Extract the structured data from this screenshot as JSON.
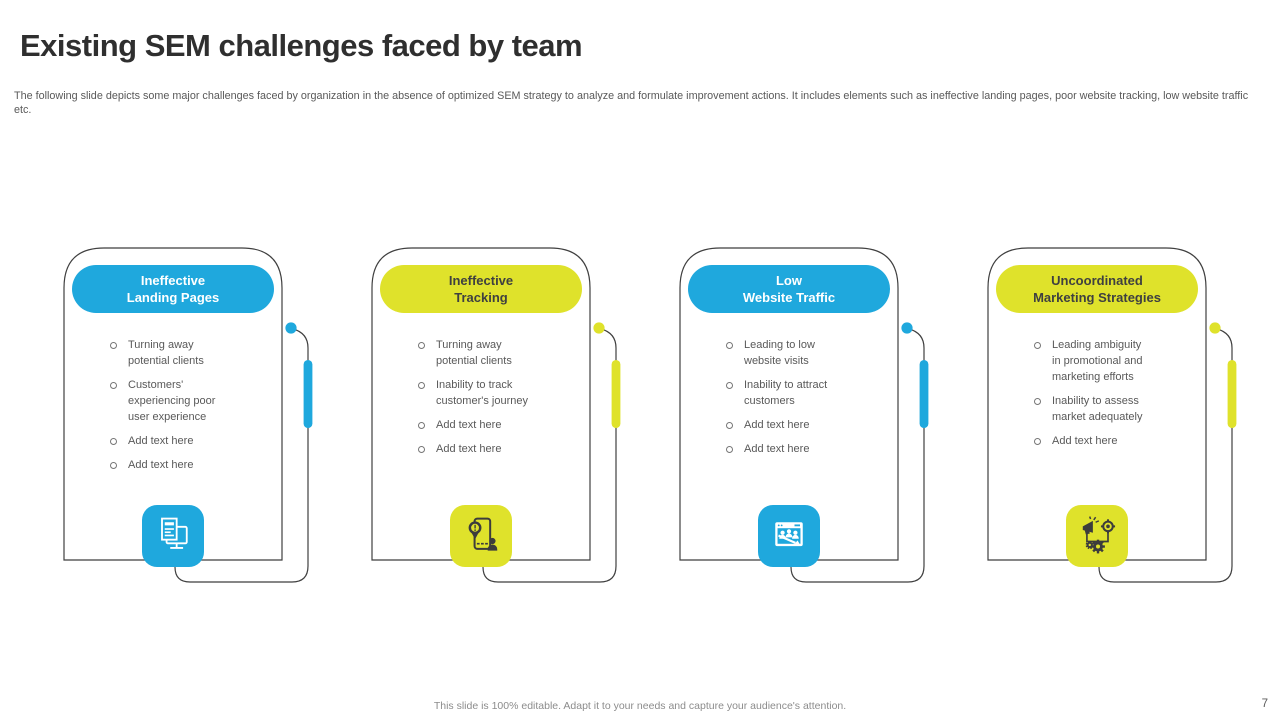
{
  "slide": {
    "title": "Existing SEM challenges faced by team",
    "description": "The following slide depicts some major challenges faced by organization in the absence of optimized SEM strategy to analyze and formulate improvement actions. It includes elements such as ineffective landing pages, poor website tracking, low website traffic etc.",
    "footer_note": "This slide is 100% editable. Adapt it to your needs and capture your audience's attention.",
    "page_number": "7"
  },
  "colors": {
    "accent_blue": "#1fa8dd",
    "accent_yellow": "#dfe22b",
    "outline_dark": "#3f3f3f",
    "body_text": "#595959"
  },
  "cards": [
    {
      "title": "Ineffective\nLanding Pages",
      "accent": "blue",
      "icon": "landing-page-icon",
      "bullets": [
        "Turning away potential clients",
        "Customers' experiencing poor user experience",
        "Add text here",
        "Add text here"
      ]
    },
    {
      "title": "Ineffective\nTracking",
      "accent": "yellow",
      "icon": "location-tracking-icon",
      "bullets": [
        "Turning away potential clients",
        "Inability to track customer's journey",
        "Add text here",
        "Add text here"
      ]
    },
    {
      "title": "Low\nWebsite Traffic",
      "accent": "blue",
      "icon": "website-traffic-icon",
      "bullets": [
        "Leading to low website visits",
        "Inability to attract customers",
        "Add text here",
        "Add text here"
      ]
    },
    {
      "title": "Uncoordinated\nMarketing Strategies",
      "accent": "yellow",
      "icon": "marketing-strategy-icon",
      "bullets": [
        "Leading ambiguity in promotional and marketing efforts",
        "Inability to assess market adequately",
        "Add text here"
      ]
    }
  ]
}
